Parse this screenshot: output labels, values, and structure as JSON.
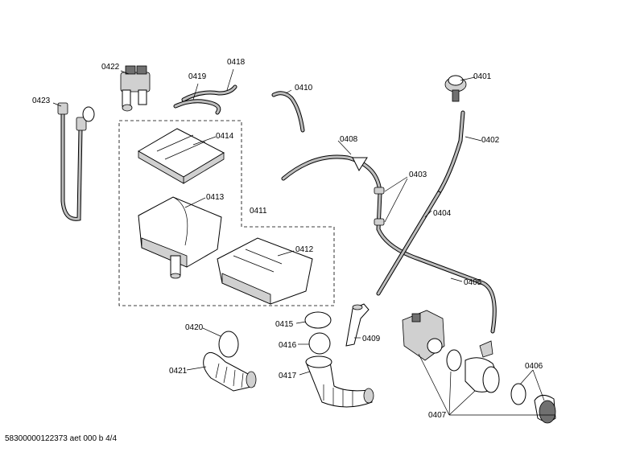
{
  "labels": {
    "p0401": "0401",
    "p0402": "0402",
    "p0403": "0403",
    "p0404": "0404",
    "p0405": "0405",
    "p0406": "0406",
    "p0407": "0407",
    "p0408": "0408",
    "p0409": "0409",
    "p0410": "0410",
    "p0411": "0411",
    "p0412": "0412",
    "p0413": "0413",
    "p0414": "0414",
    "p0415": "0415",
    "p0416": "0416",
    "p0417": "0417",
    "p0418": "0418",
    "p0419": "0419",
    "p0420": "0420",
    "p0421": "0421",
    "p0422": "0422",
    "p0423": "0423"
  },
  "footer": "58300000122373 aet 000 b 4/4"
}
